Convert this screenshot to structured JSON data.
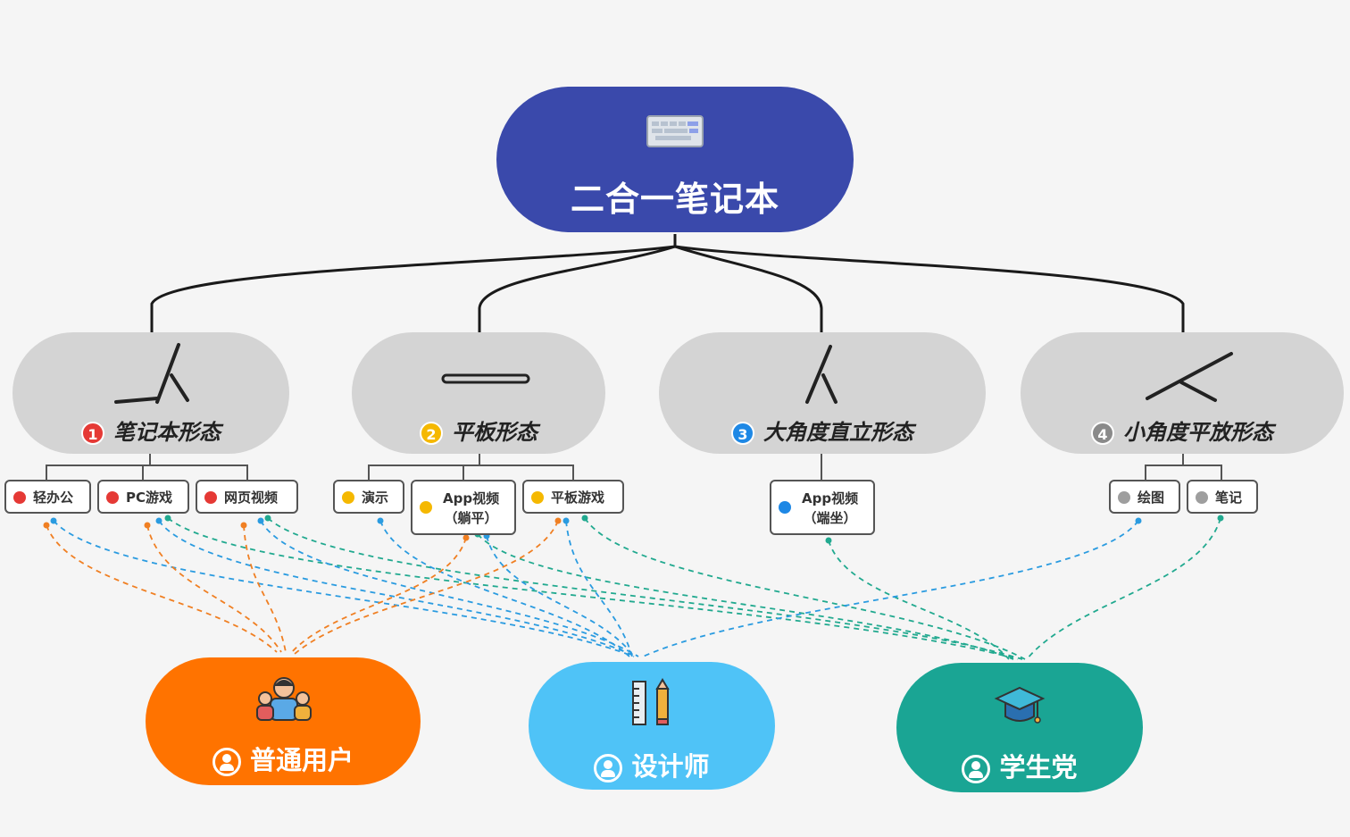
{
  "root": {
    "title": "二合一笔记本",
    "icon": "laptop-keyboard-icon"
  },
  "modes": [
    {
      "num": "1",
      "label": "笔记本形态",
      "color": "#e53935",
      "icon": "laptop-mode-icon"
    },
    {
      "num": "2",
      "label": "平板形态",
      "color": "#f5b800",
      "icon": "tablet-mode-icon"
    },
    {
      "num": "3",
      "label": "大角度直立形态",
      "color": "#1e88e5",
      "icon": "stand-mode-icon"
    },
    {
      "num": "4",
      "label": "小角度平放形态",
      "color": "#8a8a8a",
      "icon": "flat-mode-icon"
    }
  ],
  "tags": [
    {
      "line1": "轻办公",
      "line2": ""
    },
    {
      "line1": "PC游戏",
      "line2": ""
    },
    {
      "line1": "网页视频",
      "line2": ""
    },
    {
      "line1": "演示",
      "line2": ""
    },
    {
      "line1": "App视频",
      "line2": "（躺平）"
    },
    {
      "line1": "平板游戏",
      "line2": ""
    },
    {
      "line1": "App视频",
      "line2": "（端坐）"
    },
    {
      "line1": "绘图",
      "line2": ""
    },
    {
      "line1": "笔记",
      "line2": ""
    }
  ],
  "users": [
    {
      "label": "普通用户",
      "color": "#ff7300",
      "icon": "people-group-icon"
    },
    {
      "label": "设计师",
      "color": "#4fc3f7",
      "icon": "ruler-pencil-icon"
    },
    {
      "label": "学生党",
      "color": "#1aa594",
      "icon": "graduation-cap-icon"
    }
  ],
  "link_colors": {
    "orange": "#f07f22",
    "blue": "#2a9be0",
    "teal": "#21a98f"
  }
}
